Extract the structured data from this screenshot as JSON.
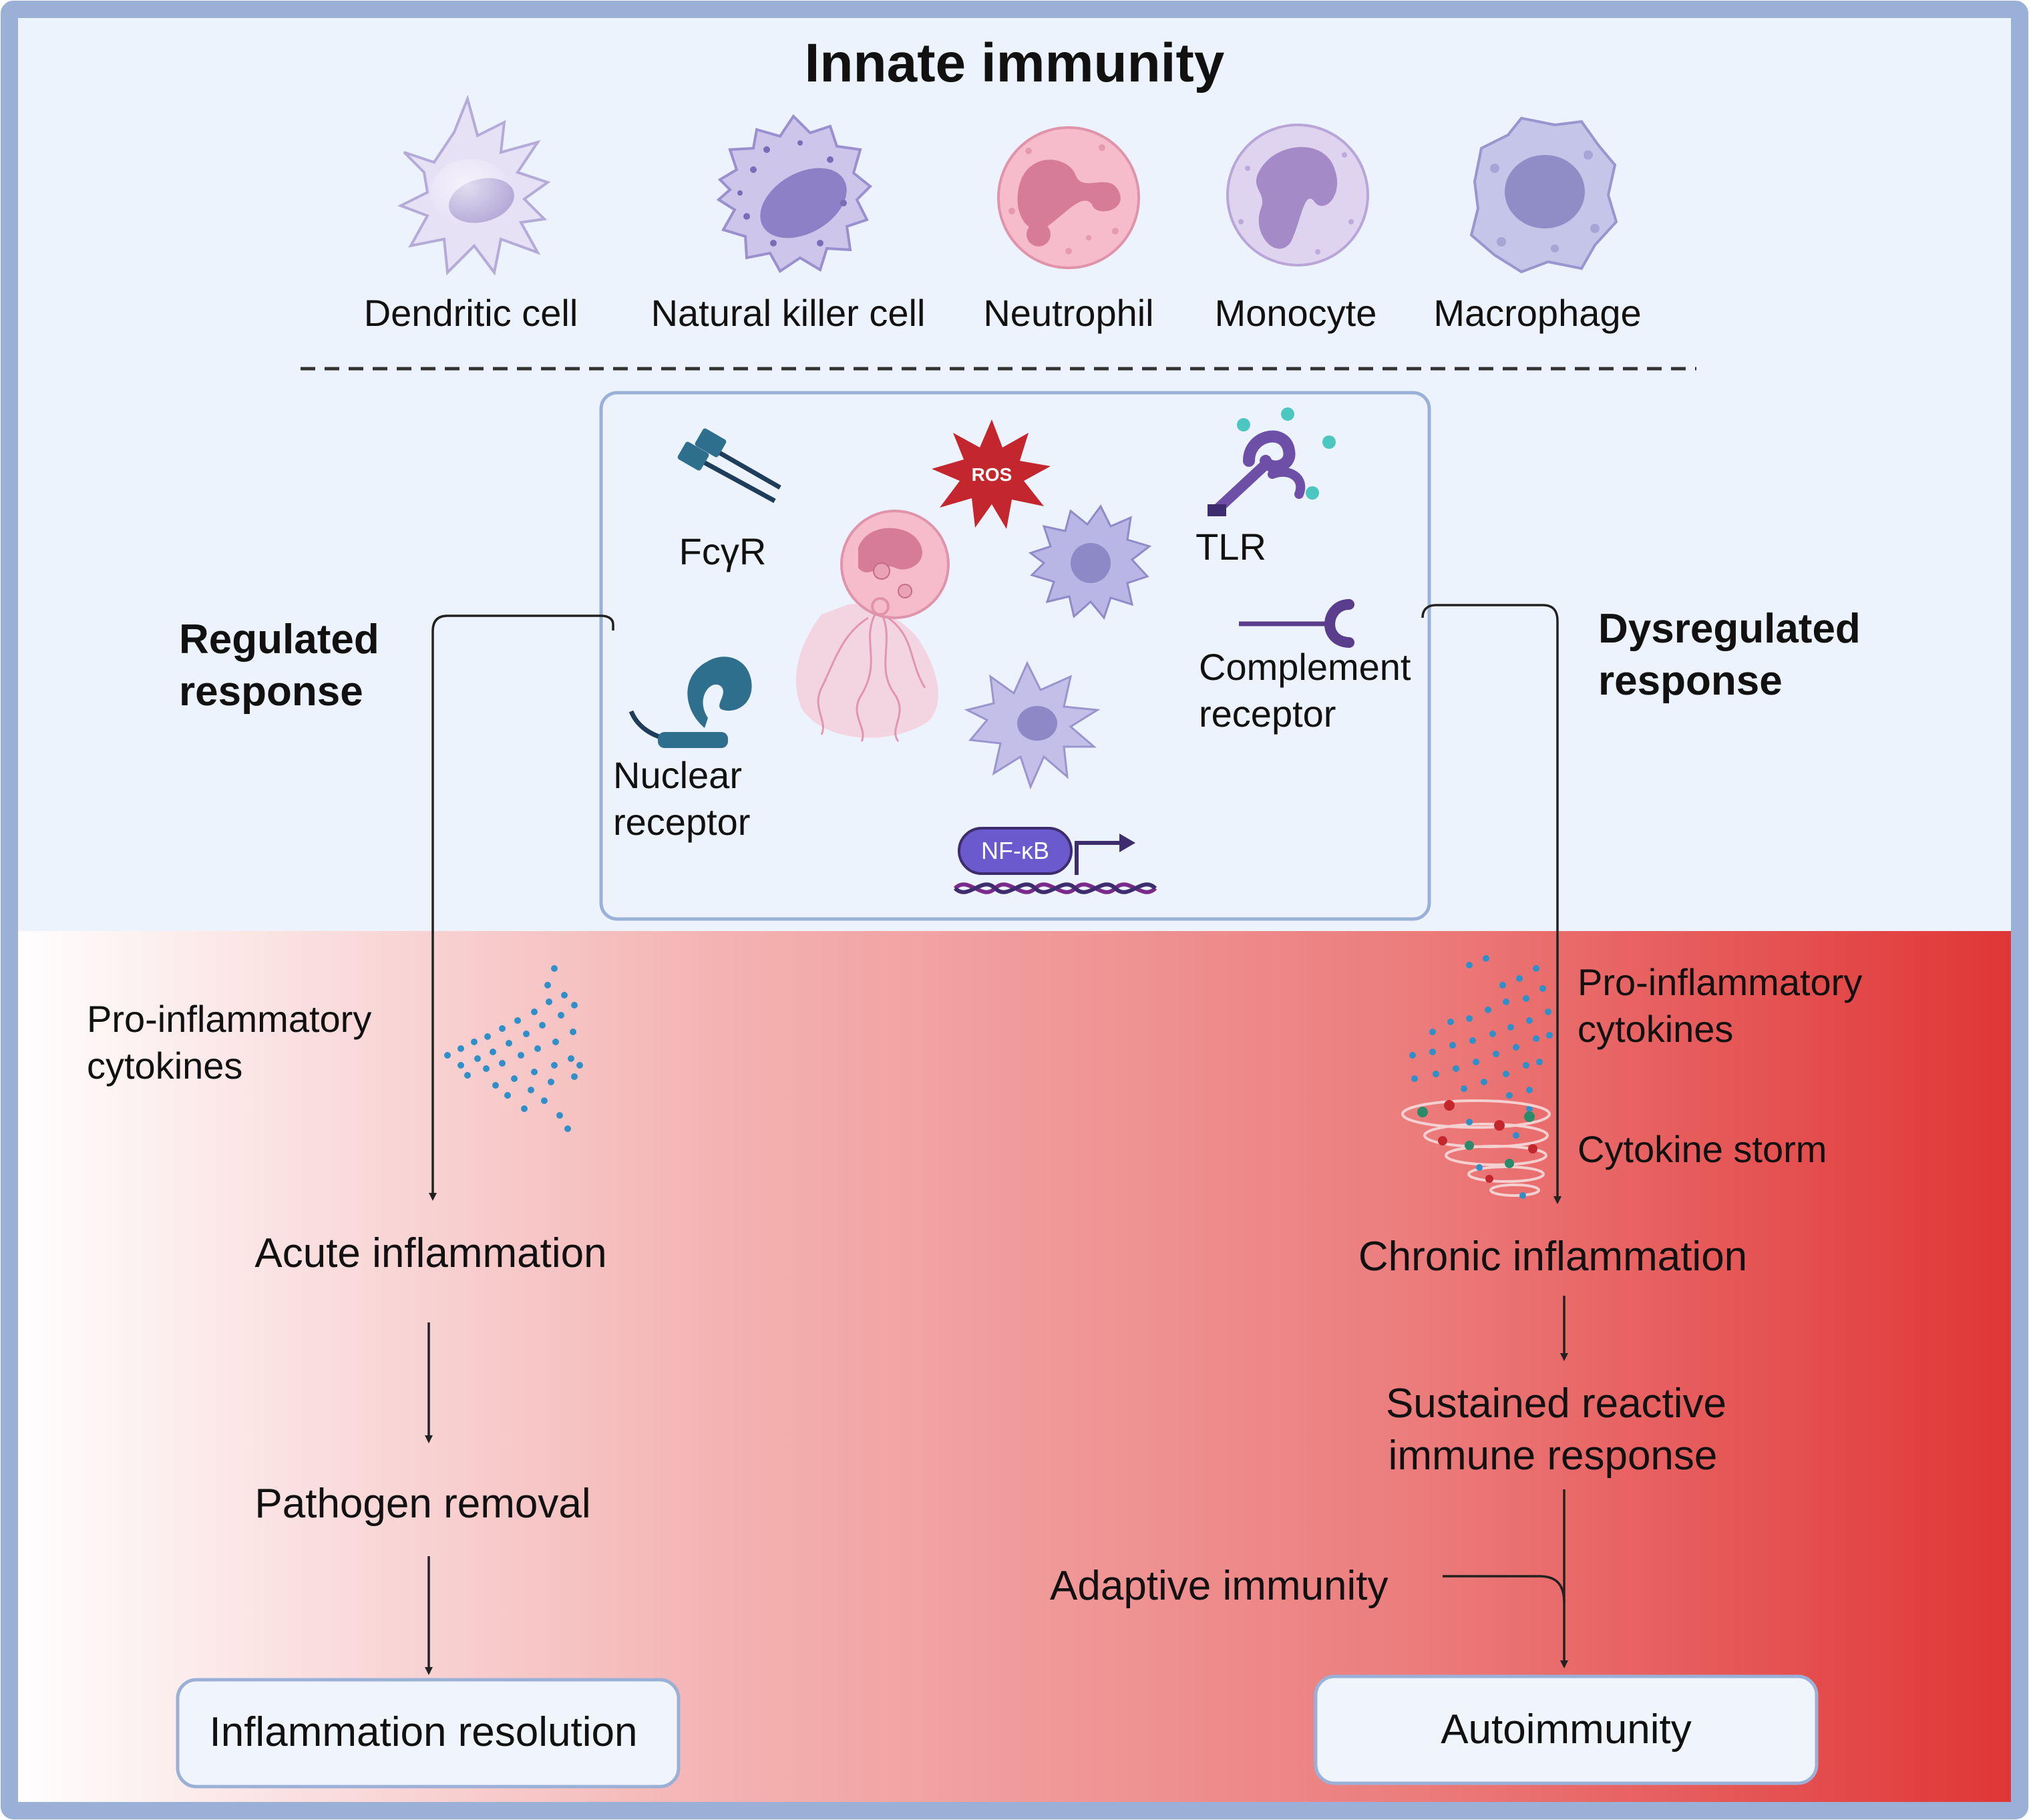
{
  "title": "Innate immunity",
  "cells": [
    {
      "label": "Dendritic cell",
      "icon": "dendritic-cell-icon",
      "fill": "#e4def4",
      "nucleus": "#b2a7d6"
    },
    {
      "label": "Natural killer cell",
      "icon": "natural-killer-cell-icon",
      "fill": "#cdc6ea",
      "nucleus": "#8d80c6"
    },
    {
      "label": "Neutrophil",
      "icon": "neutrophil-icon",
      "fill": "#f4b8c8",
      "nucleus": "#d67c98"
    },
    {
      "label": "Monocyte",
      "icon": "monocyte-icon",
      "fill": "#ddd2ee",
      "nucleus": "#a48ac6"
    },
    {
      "label": "Macrophage",
      "icon": "macrophage-icon",
      "fill": "#c4c5e8",
      "nucleus": "#8f8cc6"
    }
  ],
  "receptors": {
    "fcgr": "FcγR",
    "tlr": "TLR",
    "complement_line1": "Complement",
    "complement_line2": "receptor",
    "nuclear_line1": "Nuclear",
    "nuclear_line2": "receptor",
    "ros": "ROS",
    "nfkb": "NF-κB"
  },
  "left": {
    "heading_line1": "Regulated",
    "heading_line2": "response",
    "cytokines_line1": "Pro-inflammatory",
    "cytokines_line2": "cytokines",
    "step1": "Acute inflammation",
    "step2": "Pathogen removal",
    "outcome": "Inflammation resolution"
  },
  "right": {
    "heading_line1": "Dysregulated",
    "heading_line2": "response",
    "cytokines_line1": "Pro-inflammatory",
    "cytokines_line2": "cytokines",
    "storm": "Cytokine storm",
    "step1": "Chronic inflammation",
    "step2_line1": "Sustained reactive",
    "step2_line2": "immune response",
    "input": "Adaptive immunity",
    "outcome": "Autoimmunity"
  },
  "colors": {
    "frame": "#9bb0d6",
    "top_panel": "#edf3fc",
    "gradient_start": "#ffffff",
    "gradient_end": "#e03535",
    "box_fill": "#f0f5fc",
    "box_border": "#9bb0d6",
    "cytokine_dots": "#2f8fc8",
    "ros": "#c4262e",
    "nfkb": "#6a5acd",
    "receptor_teal": "#2e6f8e",
    "tlr_purple": "#6d4fa8",
    "complement_purple": "#5a3d8c"
  }
}
